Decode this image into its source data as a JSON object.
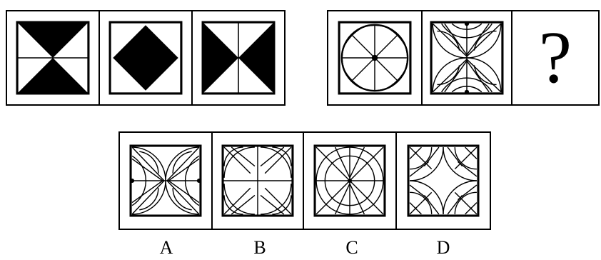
{
  "question_mark": "?",
  "options": [
    "A",
    "B",
    "C",
    "D"
  ]
}
